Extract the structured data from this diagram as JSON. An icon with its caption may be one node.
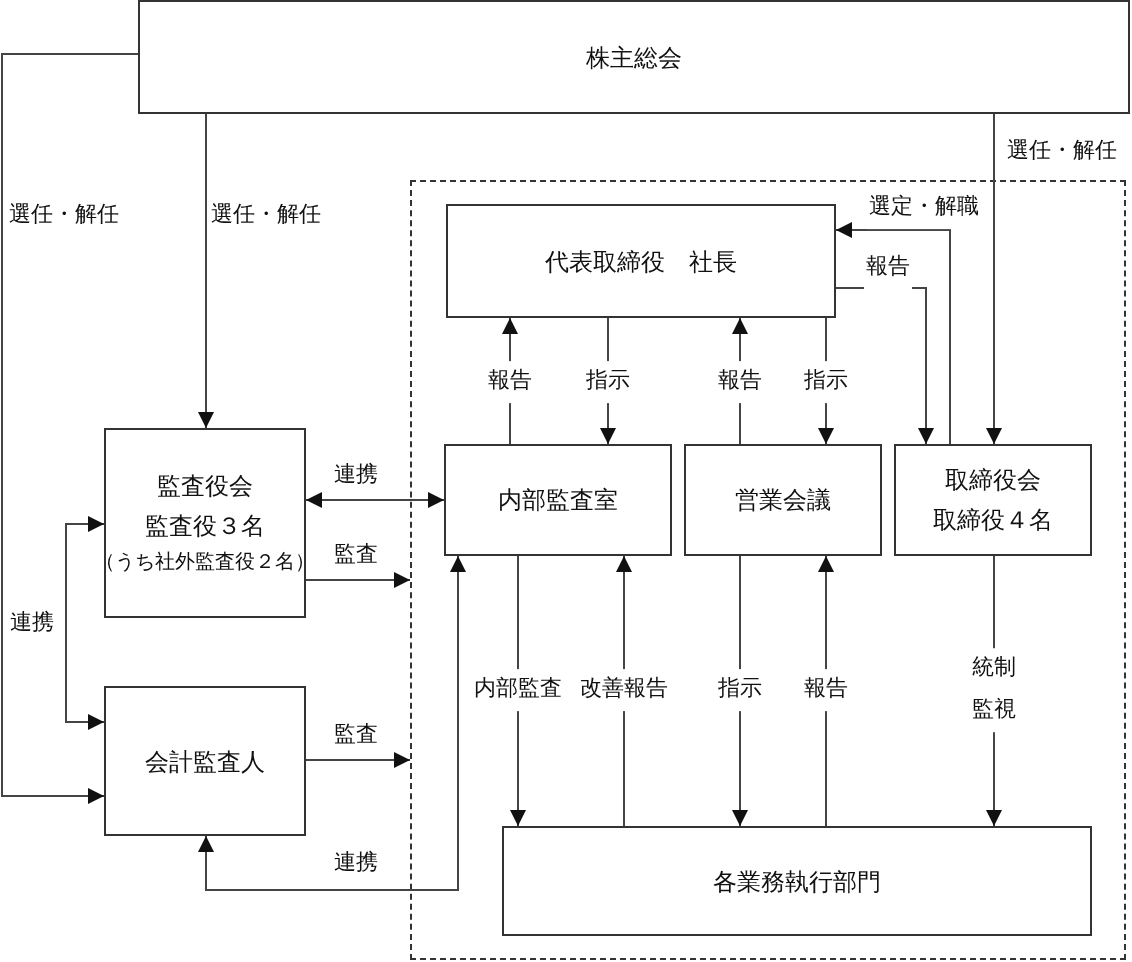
{
  "diagram": {
    "nodes": [
      {
        "text": [
          "株主総会"
        ]
      },
      {
        "text": [],
        "shape": "box"
      },
      {
        "text": [
          "代表取締役　社長"
        ],
        "in": 1
      },
      {
        "text": [
          "監査役会",
          "監査役３名",
          "（うち社外監査役２名）"
        ]
      },
      {
        "text": [
          "会計監査人"
        ]
      },
      {
        "text": [
          "内部監査室"
        ],
        "in": 1
      },
      {
        "text": [
          "営業会議"
        ],
        "in": 1
      },
      {
        "text": [
          "取締役会",
          "取締役４名"
        ],
        "in": 1
      },
      {
        "text": [
          "各業務執行部門"
        ],
        "in": 1
      }
    ],
    "edges": [
      {
        "from": 0,
        "to": 4,
        "arrow": "to",
        "label": "選任・解任"
      },
      {
        "from": 0,
        "to": 3,
        "arrow": "to",
        "label": "選任・解任"
      },
      {
        "from": 0,
        "to": 7,
        "arrow": "to",
        "label": "選任・解任"
      },
      {
        "from": 7,
        "to": 2,
        "arrow": "to",
        "label": "選定・解職"
      },
      {
        "from": 2,
        "to": 7,
        "arrow": "to",
        "label": "報告"
      },
      {
        "from": 5,
        "to": 2,
        "arrow": "to",
        "label": "報告"
      },
      {
        "from": 2,
        "to": 5,
        "arrow": "to",
        "label": "指示"
      },
      {
        "from": 6,
        "to": 2,
        "arrow": "to",
        "label": "報告"
      },
      {
        "from": 2,
        "to": 6,
        "arrow": "to",
        "label": "指示"
      },
      {
        "from": 3,
        "to": 5,
        "arrow": "both",
        "label": "連携"
      },
      {
        "from": 3,
        "to": 1,
        "arrow": "to",
        "label": "監査"
      },
      {
        "from": 4,
        "to": 1,
        "arrow": "to",
        "label": "監査"
      },
      {
        "from": 3,
        "to": 4,
        "arrow": "both",
        "label": "連携"
      },
      {
        "from": 5,
        "to": 4,
        "arrow": "both",
        "label": "連携"
      },
      {
        "from": 5,
        "to": 8,
        "arrow": "to",
        "label": "内部監査"
      },
      {
        "from": 8,
        "to": 5,
        "arrow": "to",
        "label": "改善報告"
      },
      {
        "from": 6,
        "to": 8,
        "arrow": "to",
        "label": "指示"
      },
      {
        "from": 8,
        "to": 6,
        "arrow": "to",
        "label": "報告"
      },
      {
        "from": 7,
        "to": 8,
        "arrow": "to",
        "label": "統制監視"
      }
    ]
  }
}
